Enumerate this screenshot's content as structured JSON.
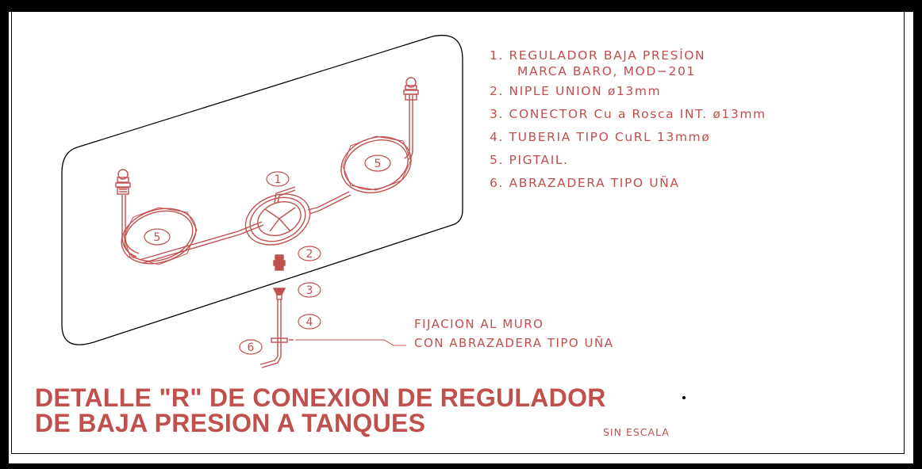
{
  "legend": {
    "items": [
      "1. REGULADOR BAJA PRESÍON",
      "MARCA BARO, MOD−201",
      "2. NIPLE UNION ø13mm",
      "3. CONECTOR Cu a Rosca INT. ø13mm",
      "4. TUBERIA TIPO CuRL 13mmø",
      "5. PIGTAIL.",
      "6. ABRAZADERA TIPO UÑA"
    ]
  },
  "callout": {
    "line1": "FIJACION AL MURO",
    "line2": "CON ABRAZADERA TIPO UÑA"
  },
  "part_numbers": {
    "regulator": "1",
    "nipple": "2",
    "connector": "3",
    "pipe": "4",
    "pigtail_left": "5",
    "pigtail_right": "5",
    "clamp": "6"
  },
  "title": {
    "line1": "DETALLE \"R\" DE CONEXION DE REGULADOR",
    "line2": "DE BAJA PRESION A TANQUES"
  },
  "scale_note": "SIN ESCALA",
  "colors": {
    "drawing": "#c0504d",
    "outline": "#000000",
    "sheet": "#ffffff"
  }
}
